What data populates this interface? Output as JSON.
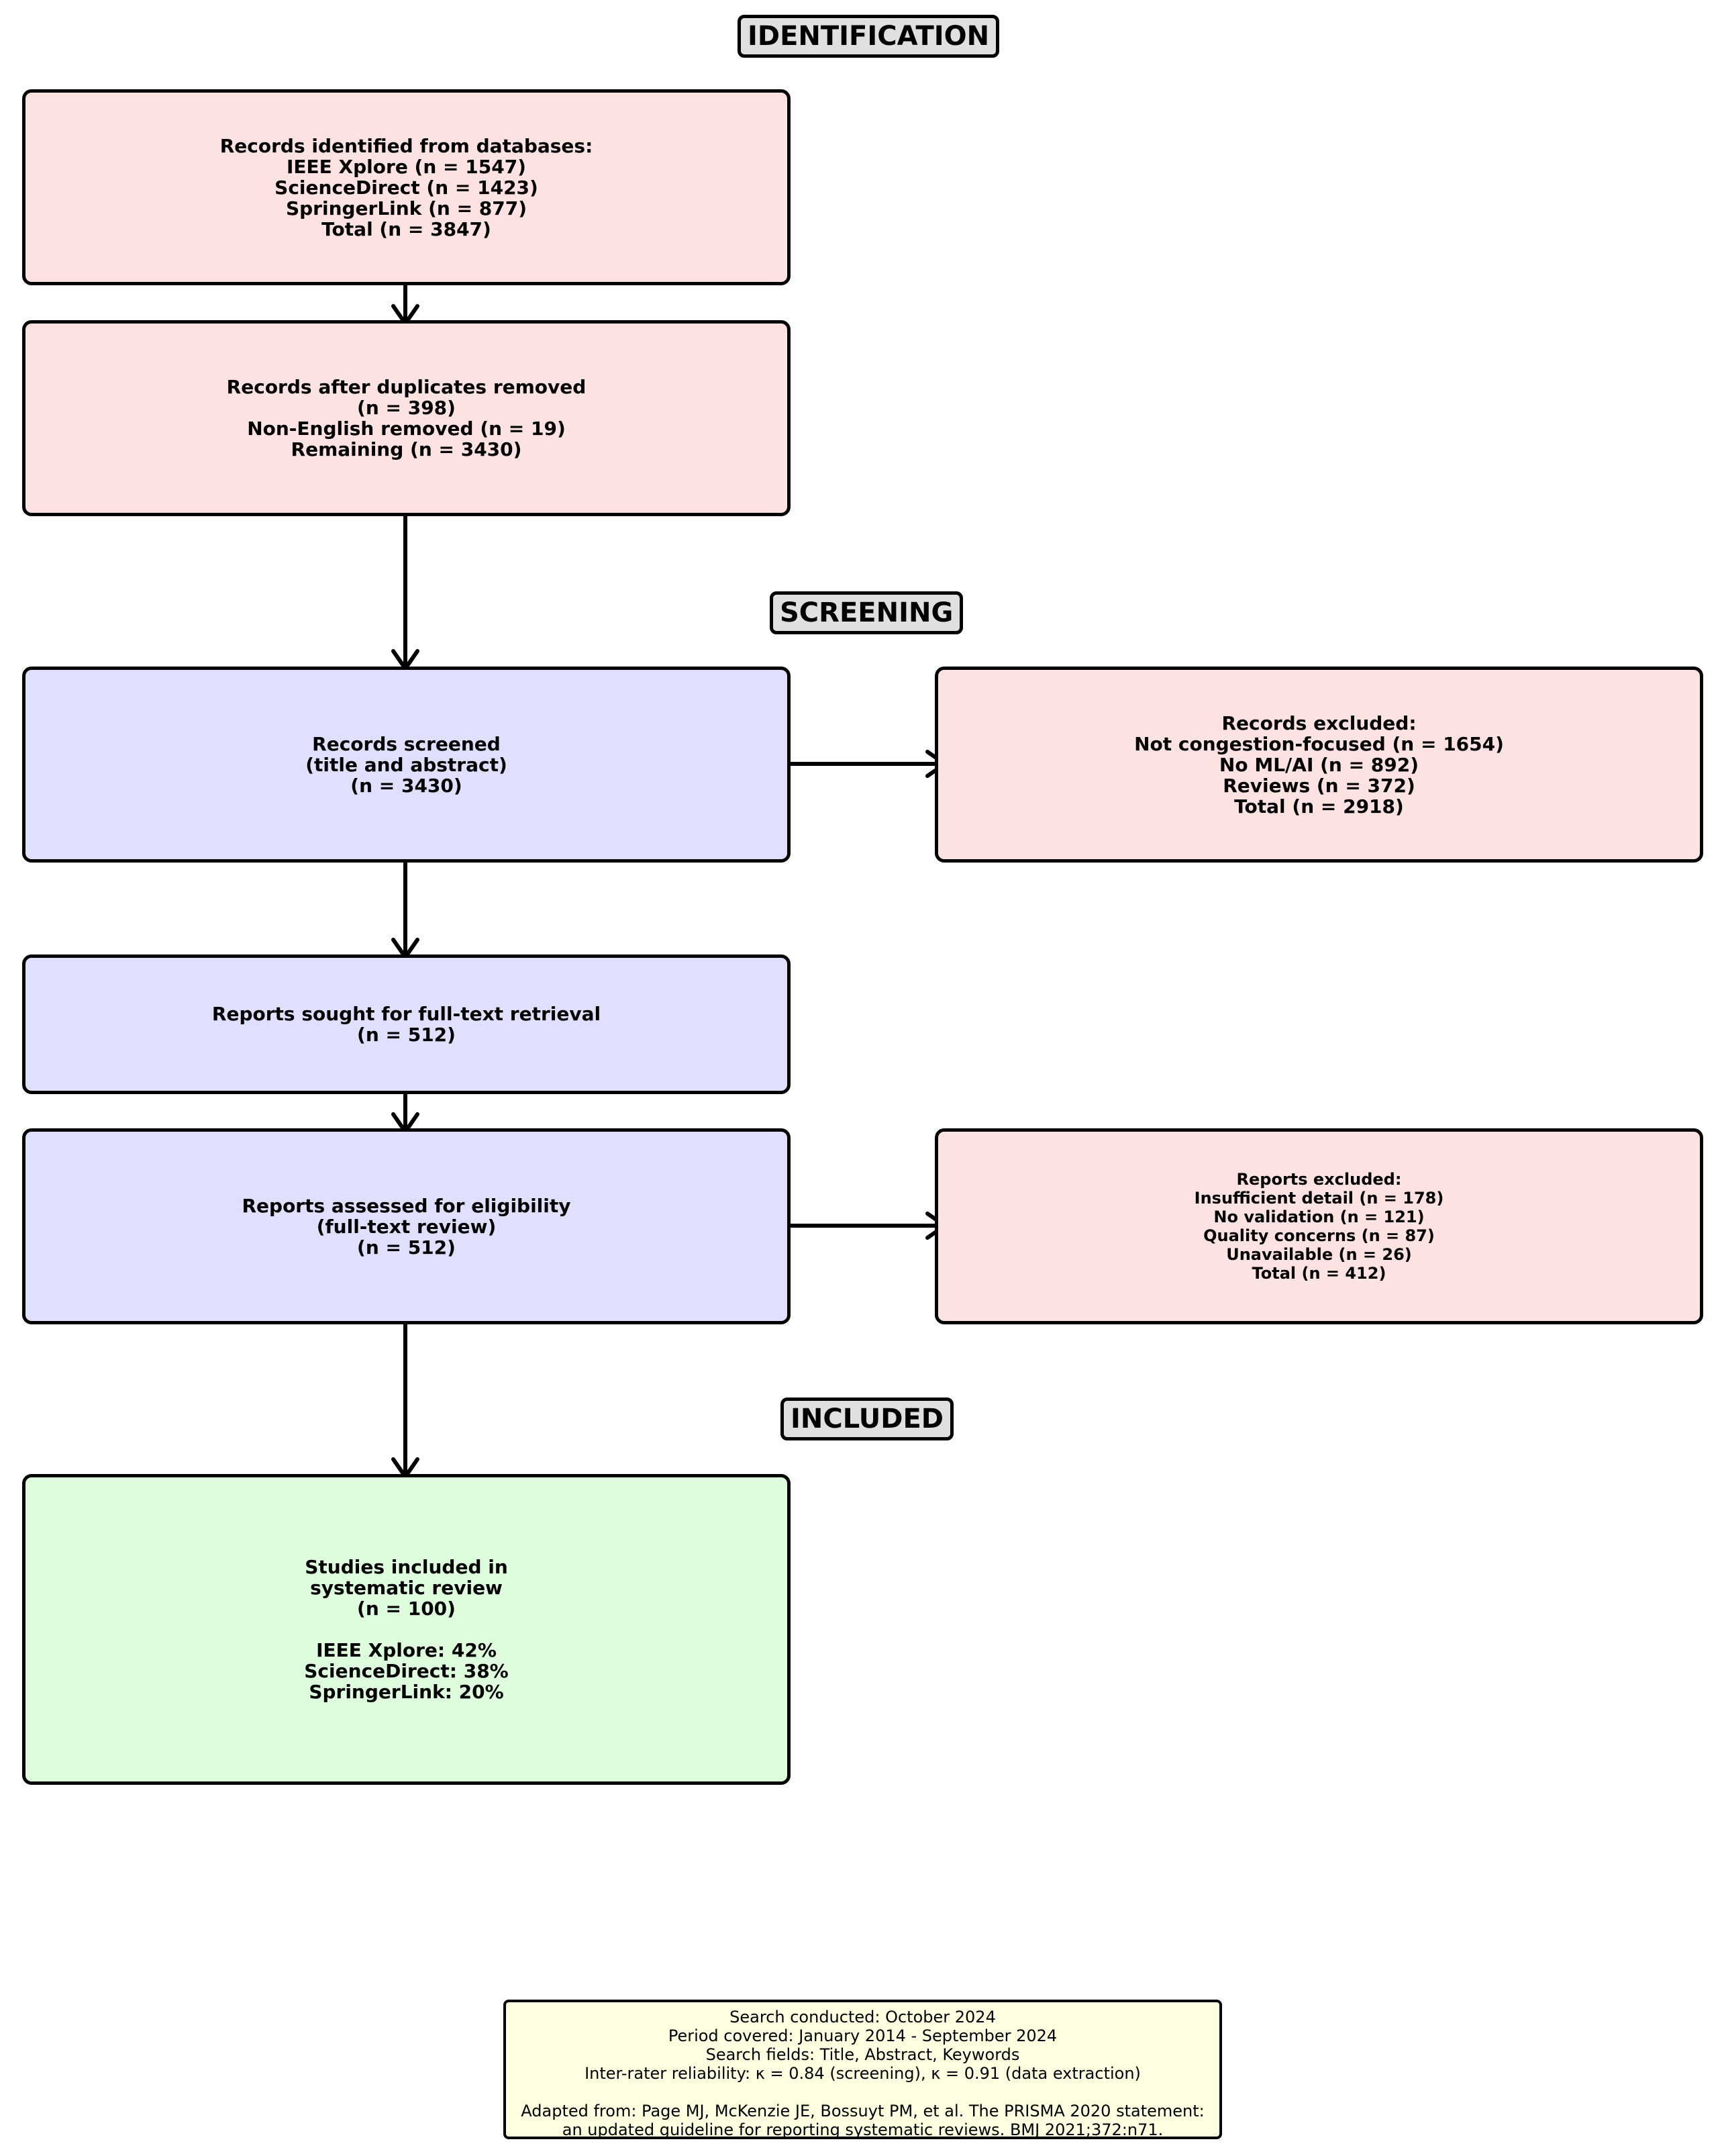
{
  "stages": {
    "identification": "IDENTIFICATION",
    "screening": "SCREENING",
    "included": "INCLUDED"
  },
  "boxes": {
    "identified": "Records identified from databases:\nIEEE Xplore (n = 1547)\nScienceDirect (n = 1423)\nSpringerLink (n = 877)\nTotal (n = 3847)",
    "duplicates": "Records after duplicates removed\n(n = 398)\nNon-English removed (n = 19)\nRemaining (n = 3430)",
    "screened": "Records screened\n(title and abstract)\n(n = 3430)",
    "records_excluded": "Records excluded:\nNot congestion-focused (n = 1654)\nNo ML/AI (n = 892)\nReviews (n = 372)\nTotal (n = 2918)",
    "sought": "Reports sought for full-text retrieval\n(n = 512)",
    "assessed": "Reports assessed for eligibility\n(full-text review)\n(n = 512)",
    "reports_excluded": "Reports excluded:\nInsufficient detail (n = 178)\nNo validation (n = 121)\nQuality concerns (n = 87)\nUnavailable (n = 26)\nTotal (n = 412)",
    "included": "Studies included in\nsystematic review\n(n = 100)\n\nIEEE Xplore: 42%\nScienceDirect: 38%\nSpringerLink: 20%"
  },
  "footnote": {
    "search_info": "Search conducted: October 2024\nPeriod covered: January 2014 - September 2024\nSearch fields: Title, Abstract, Keywords\nInter-rater reliability: κ = 0.84 (screening), κ = 0.91 (data extraction)",
    "citation": "Adapted from: Page MJ, McKenzie JE, Bossuyt PM, et al. The PRISMA 2020 statement:\nan updated guideline for reporting systematic reviews. BMJ 2021;372:n71."
  },
  "colors": {
    "identification_fill": "#fde2e2",
    "screening_fill": "#dfe0fe",
    "excluded_fill": "#fde2e2",
    "included_fill": "#ddfddd",
    "stage_label_fill": "#e0e0e0",
    "footnote_fill": "#fefee0"
  }
}
